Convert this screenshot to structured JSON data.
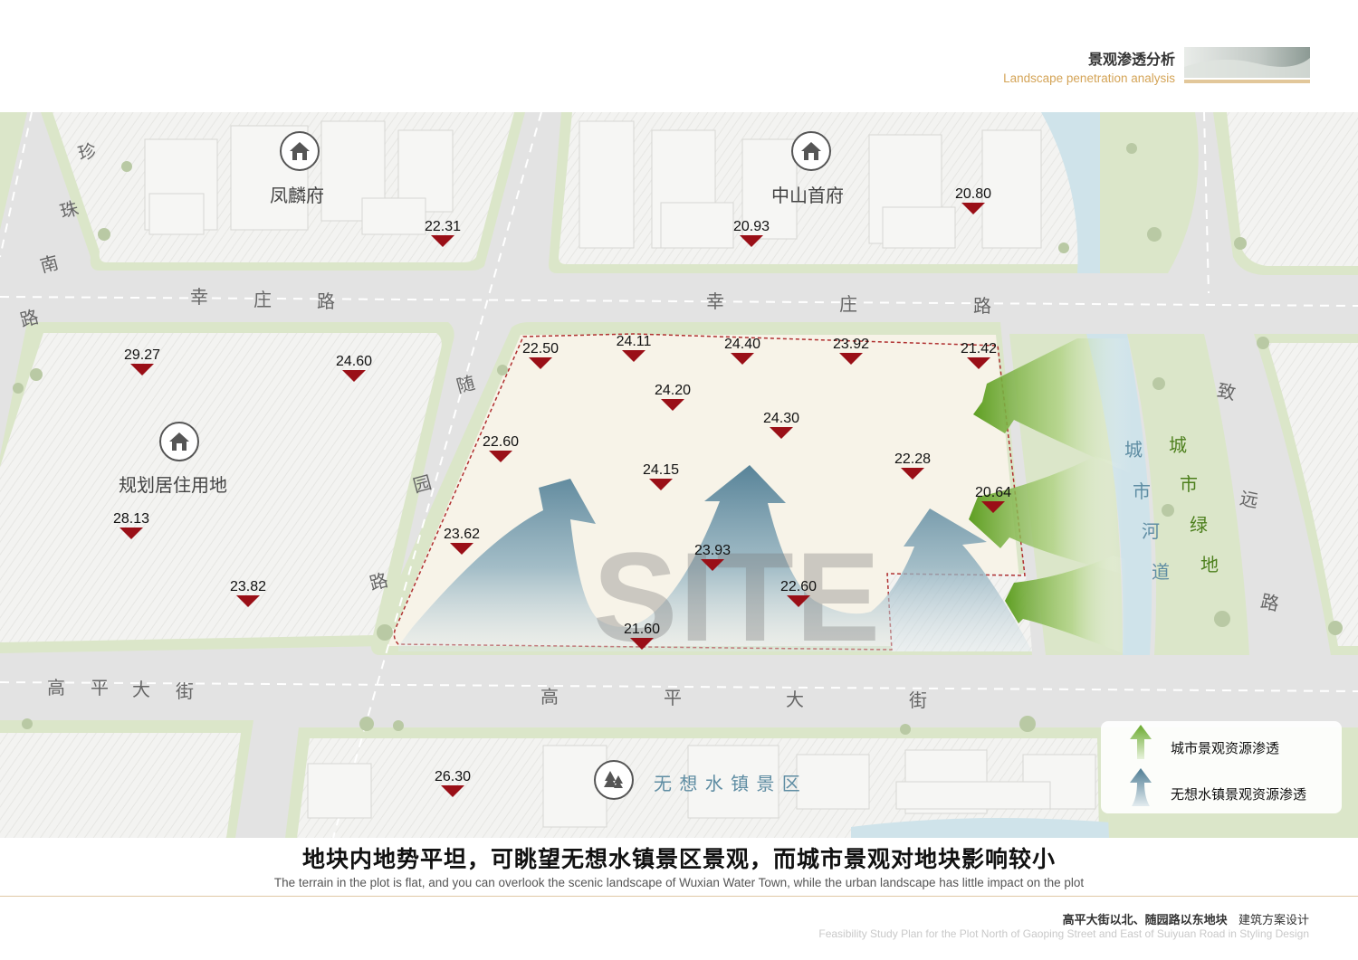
{
  "header": {
    "title": "景观渗透分析",
    "subtitle": "Landscape penetration analysis"
  },
  "map": {
    "communities": {
      "fenglinfu": "凤麟府",
      "zhongshan": "中山首府",
      "planned_residential": "规划居住用地",
      "wuxiang": "无 想 水 镇 景 区"
    },
    "roads": {
      "zhenzhu": [
        "珍",
        "珠",
        "南",
        "路"
      ],
      "xingzhuang_left": [
        "幸",
        "庄",
        "路"
      ],
      "xingzhuang_right": [
        "幸",
        "庄",
        "路"
      ],
      "suiyuan": [
        "随",
        "园",
        "路"
      ],
      "gaoping_left": [
        "高",
        "平",
        "大",
        "街"
      ],
      "gaoping_right": [
        "高",
        "平",
        "大",
        "街"
      ],
      "zhiyuan": [
        "致",
        "远",
        "路"
      ]
    },
    "river_label": [
      "城",
      "市",
      "河",
      "道"
    ],
    "green_label": [
      "城",
      "市",
      "绿",
      "地"
    ],
    "site_label": "SITE",
    "elevations": {
      "e1": "22.31",
      "e2": "20.93",
      "e3": "20.80",
      "e4": "29.27",
      "e5": "24.60",
      "e6": "28.13",
      "e7": "23.82",
      "e8": "22.50",
      "e9": "24.11",
      "e10": "24.40",
      "e11": "23.92",
      "e12": "21.42",
      "e13": "24.20",
      "e14": "24.30",
      "e15": "22.60",
      "e16": "24.15",
      "e17": "22.28",
      "e18": "20.64",
      "e19": "23.62",
      "e20": "23.93",
      "e21": "22.60",
      "e22": "21.60",
      "e23": "26.30"
    }
  },
  "legend": {
    "city": "城市景观资源渗透",
    "town": "无想水镇景观资源渗透",
    "city_color": "#6aaa2e",
    "town_color": "#5f8da3"
  },
  "headline": {
    "cn": "地块内地势平坦，可眺望无想水镇景区景观，而城市景观对地块影响较小",
    "en": "The terrain in the plot is flat, and you can overlook the scenic landscape of Wuxian Water Town, while the urban landscape has little impact on the plot"
  },
  "footer": {
    "cn_bold": "高平大街以北、随园路以东地块",
    "cn_rest": "建筑方案设计",
    "en": "Feasibility Study Plan for the Plot North of Gaoping Street and East of Suiyuan Road in Styling Design"
  }
}
